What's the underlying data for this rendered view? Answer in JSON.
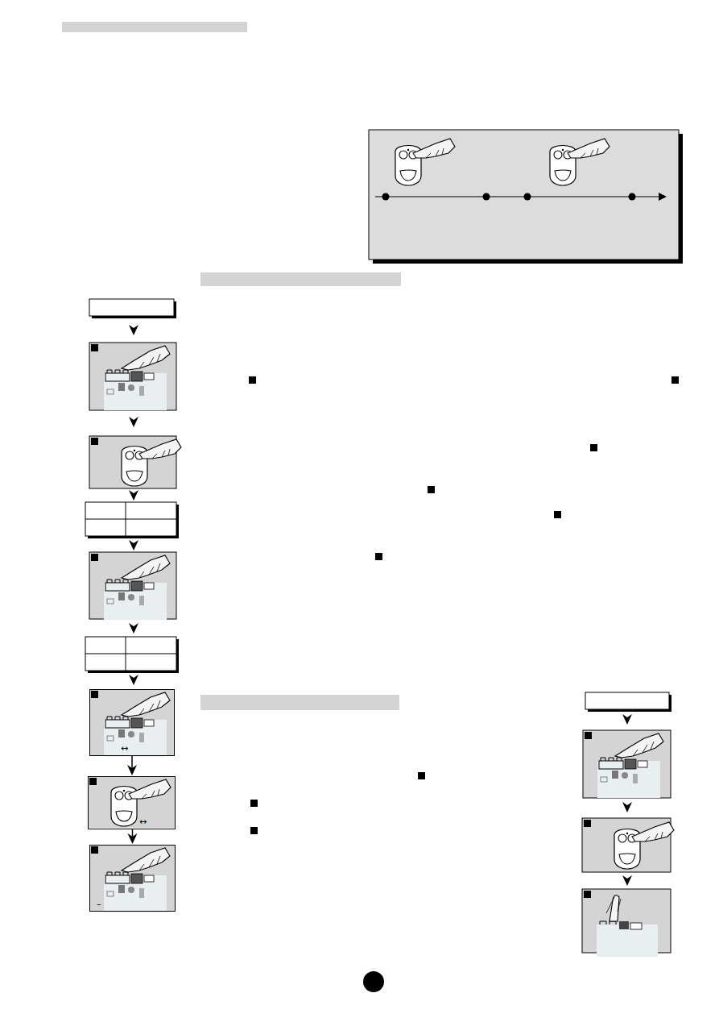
{
  "diagram": {
    "nodes": [
      {
        "text": [
          "↔"
        ]
      },
      {
        "text": [
          "↔"
        ]
      },
      {
        "text": [
          "–"
        ]
      }
    ],
    "edges": [
      {
        "from": 0,
        "to": 1,
        "arrow": "to"
      },
      {
        "from": 1,
        "to": 2,
        "arrow": "to"
      }
    ]
  }
}
